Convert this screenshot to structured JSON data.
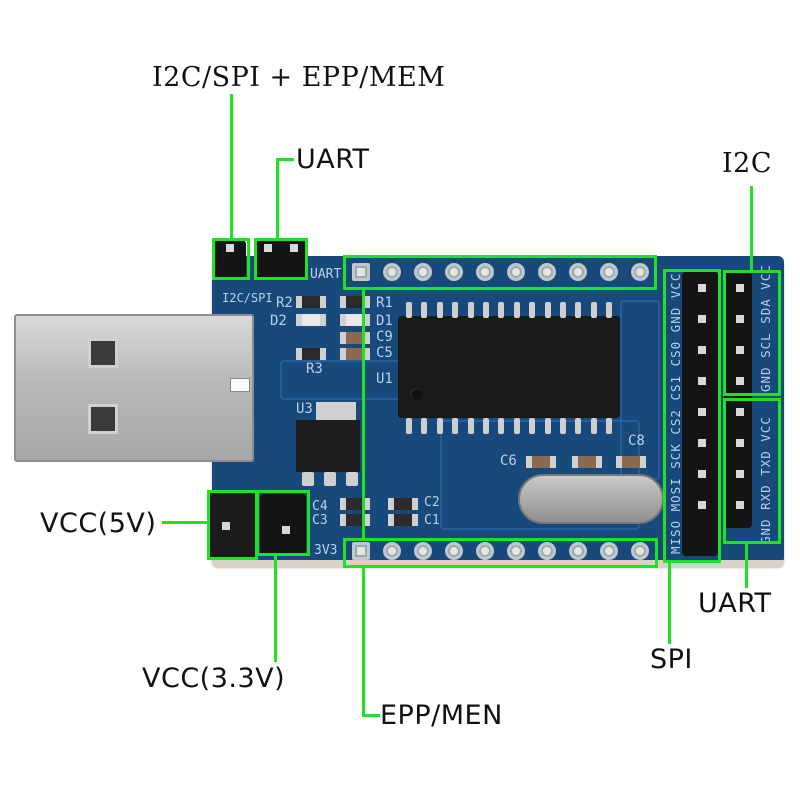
{
  "diagram": {
    "subject": "USB adapter board with labeled interface headers",
    "callouts": {
      "i2c_spi_epp_mem": "I2C/SPI + EPP/MEM",
      "uart_top": "UART",
      "i2c": "I2C",
      "vcc_5v": "VCC(5V)",
      "vcc_3v3": "VCC(3.3V)",
      "epp_men": "EPP/MEN",
      "spi": "SPI",
      "uart_right": "UART"
    },
    "silkscreen": {
      "uart": "UART",
      "i2c_spi": "I2C/SPI",
      "r1": "R1",
      "r2": "R2",
      "r3": "R3",
      "d1": "D1",
      "d2": "D2",
      "c1": "C1",
      "c2": "C2",
      "c3": "C3",
      "c4": "C4",
      "c5": "C5",
      "c6": "C6",
      "c8": "C8",
      "c9": "C9",
      "u1": "U1",
      "u3": "U3",
      "v3v3": "3V3",
      "spi_pins": "MISO MOSI SCK CS2 CS1 CS0 GND VCC",
      "i2c_pins": "GND SCL SDA VCC",
      "uart_pins": "GND RXD TXD VCC"
    },
    "highlight_color": "#22e022",
    "pcb_color": "#174a7a"
  }
}
